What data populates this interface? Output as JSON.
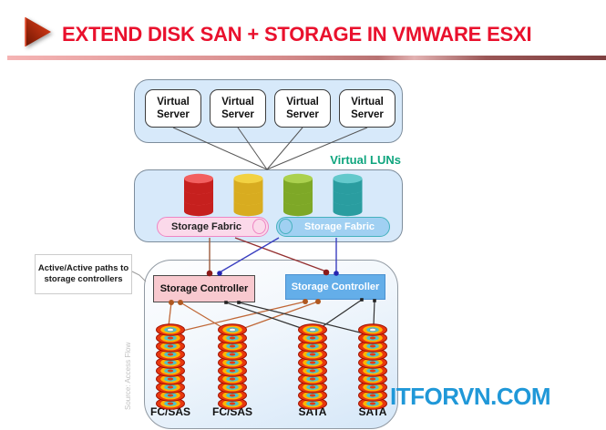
{
  "header": {
    "title": "EXTEND DISK SAN + STORAGE IN VMWARE ESXI"
  },
  "colors": {
    "title_red": "#E9112D",
    "container_blue": "#D7E9FA",
    "luns_label_green": "#0FA57E",
    "fabric_pink_fill": "#FBD9EA",
    "fabric_pink_border": "#EE86C4",
    "fabric_blue_fill": "#A0D0F2",
    "fabric_blue_border": "#46B2BE",
    "controller_pink_fill": "#F8C9CF",
    "controller_blue_fill": "#64AEE9",
    "watermark_blue": "#2098D8",
    "path_brown": "#9C5A3C",
    "path_darkred": "#943030",
    "path_blue": "#3A3FC0",
    "path_orange": "#C06838",
    "path_black": "#333333",
    "lun_disk_colors": [
      [
        "#C6201E",
        "#F26060"
      ],
      [
        "#D8AC20",
        "#F2D242"
      ],
      [
        "#7EA827",
        "#ABD14E"
      ],
      [
        "#2A9DA0",
        "#63C9CC"
      ]
    ],
    "ring_colors": {
      "outer": "#E8380E",
      "outline": "#A01000",
      "mid": "#FFB404",
      "inner": "#4FC3C8",
      "hole": "#F8F8F8"
    }
  },
  "diagram": {
    "virtual_servers": [
      {
        "label": "Virtual Server"
      },
      {
        "label": "Virtual Server"
      },
      {
        "label": "Virtual Server"
      },
      {
        "label": "Virtual Server"
      }
    ],
    "virtual_luns_label": "Virtual LUNs",
    "storage_fabrics": [
      {
        "label": "Storage Fabric"
      },
      {
        "label": "Storage Fabric"
      }
    ],
    "callout": {
      "text": "Active/Active paths to storage controllers"
    },
    "storage_controllers": [
      {
        "label": "Storage Controller"
      },
      {
        "label": "Storage Controller"
      }
    ],
    "disk_shelf_labels": [
      "FC/SAS",
      "FC/SAS",
      "SATA",
      "SATA"
    ],
    "source_note": "Source: Access Flow",
    "watermark": "ITFORVN.COM"
  }
}
